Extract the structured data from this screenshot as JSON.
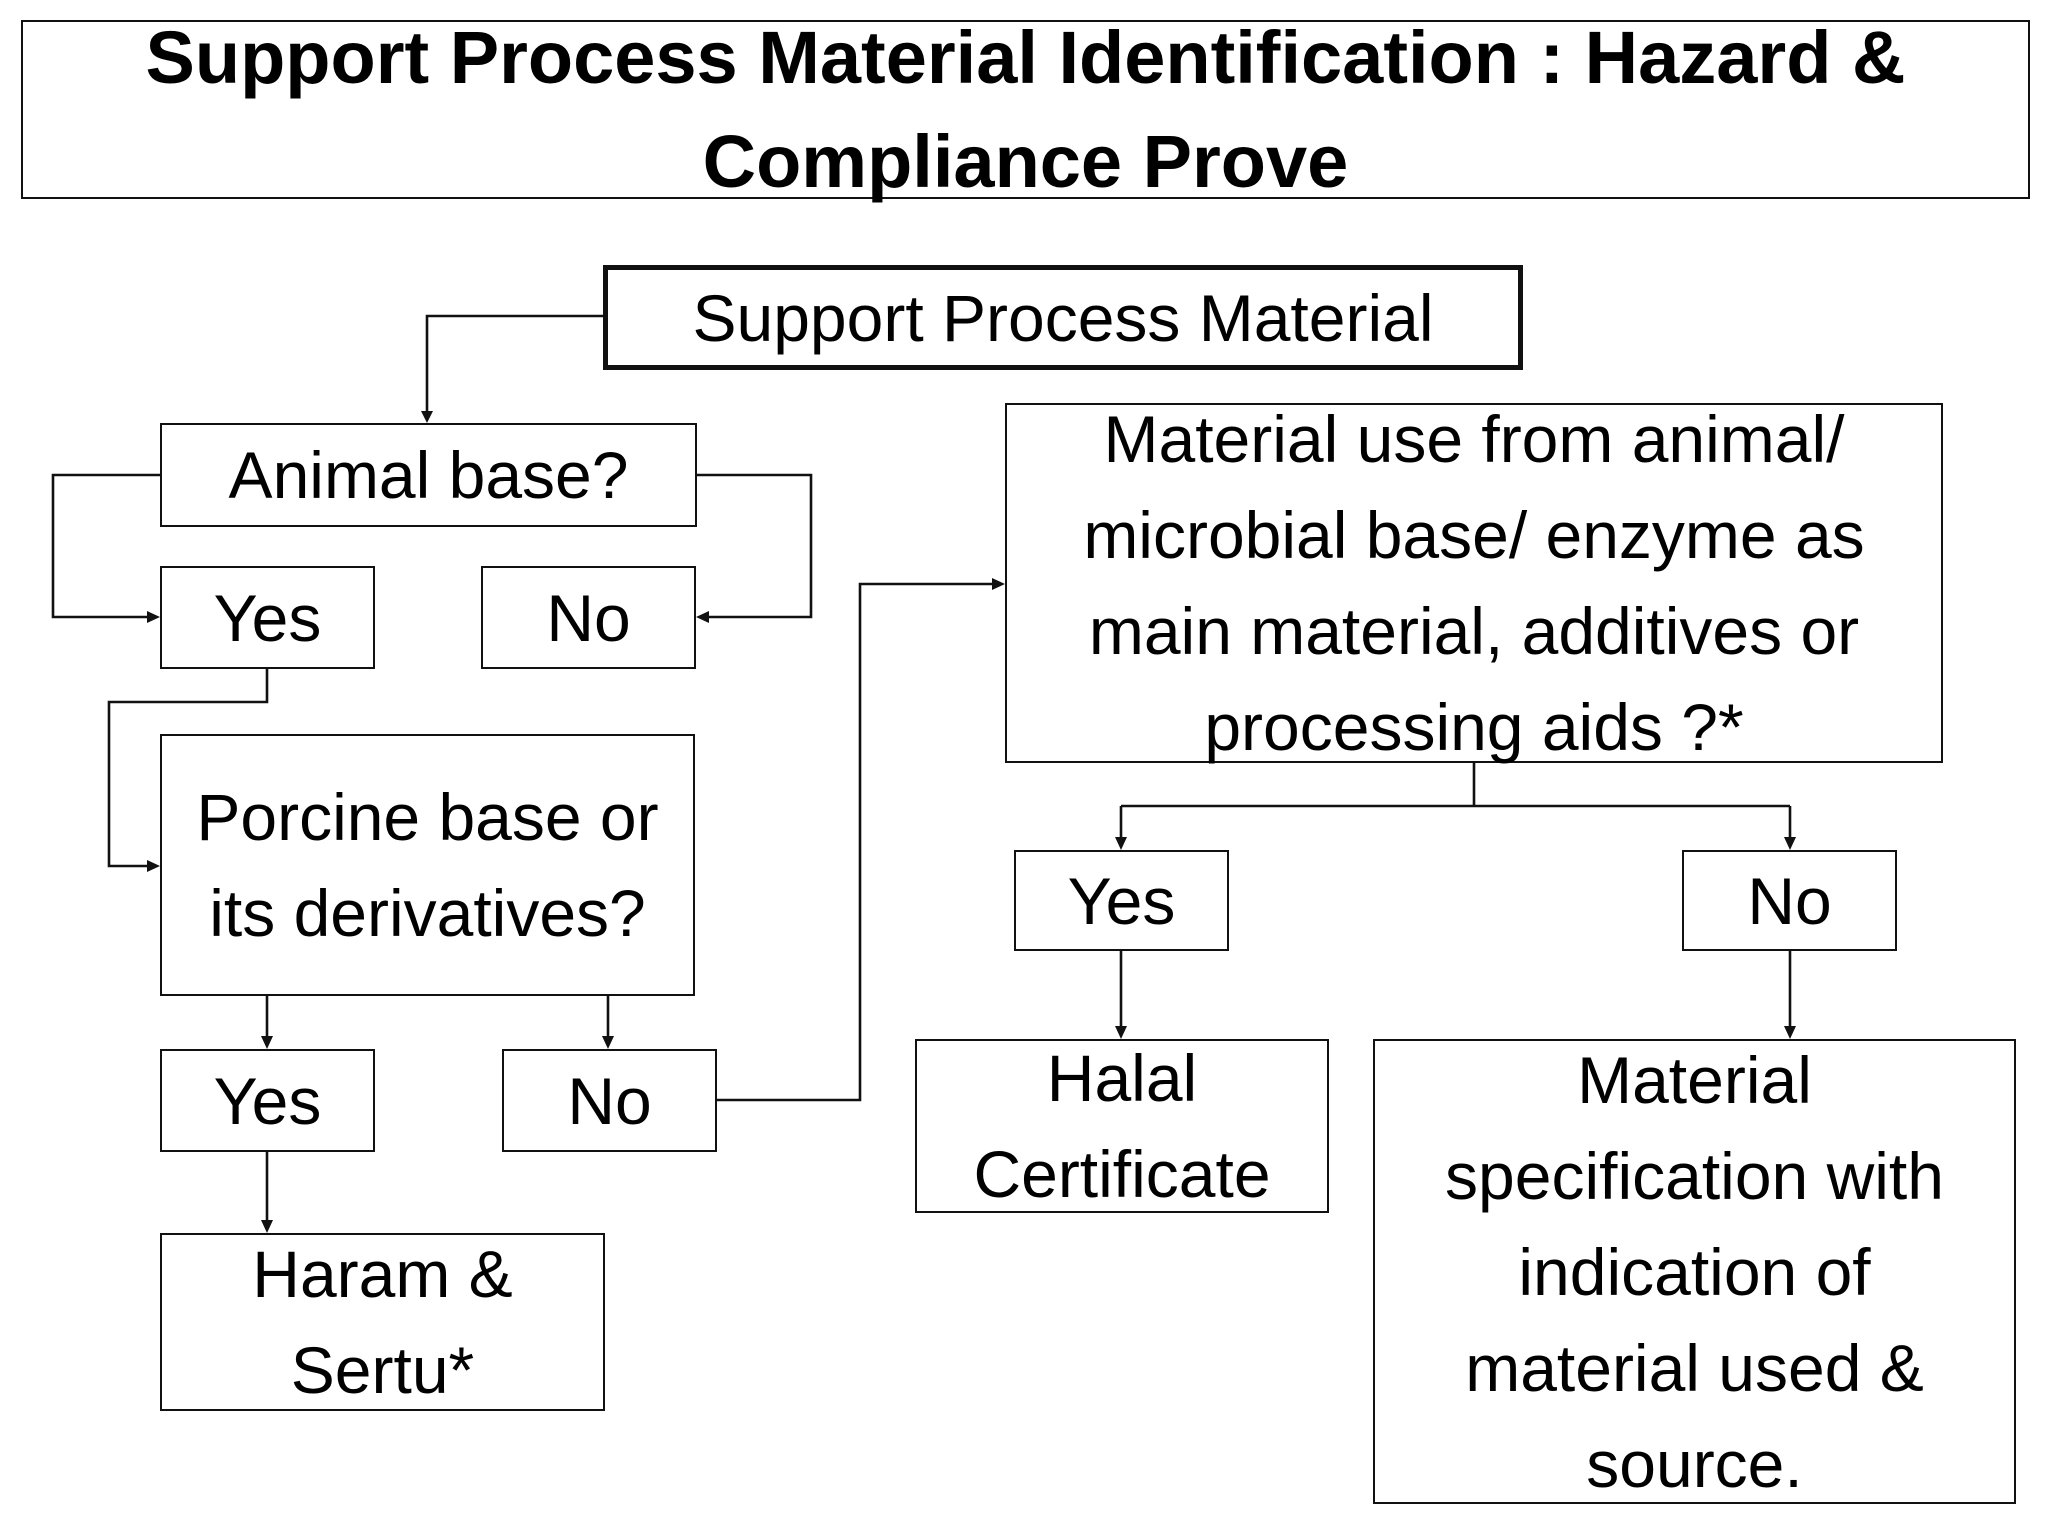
{
  "title": "Support Process Material Identification : Hazard & Compliance Prove",
  "nodes": {
    "start": "Support Process Material",
    "animal_base_q": "Animal base?",
    "animal_yes": "Yes",
    "animal_no": "No",
    "porcine_q": "Porcine base or its derivatives?",
    "porcine_yes": "Yes",
    "porcine_no": "No",
    "haram": "Haram & Sertu*",
    "material_use_q": "Material use from animal/ microbial base/ enzyme as main material, additives or processing aids ?*",
    "material_yes": "Yes",
    "material_no": "No",
    "halal_cert": "Halal Certificate",
    "material_spec": "Material specification with indication of material used & source."
  }
}
